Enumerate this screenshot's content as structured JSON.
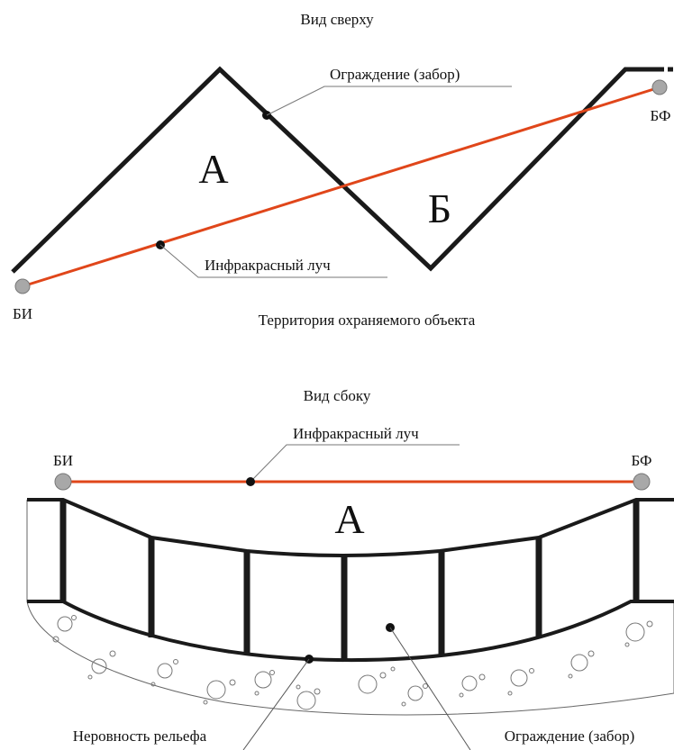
{
  "top_view": {
    "title": "Вид сверху",
    "fence_label": "Ограждение (забор)",
    "beam_label": "Инфракрасный луч",
    "territory_label": "Территория охраняемого объекта",
    "emitter_label": "БИ",
    "receiver_label": "БФ",
    "zone_a": "А",
    "zone_b": "Б"
  },
  "side_view": {
    "title": "Вид сбоку",
    "beam_label": "Инфракрасный луч",
    "emitter_label": "БИ",
    "receiver_label": "БФ",
    "zone_a": "А",
    "terrain_label": "Неровность рельефа",
    "fence_label": "Ограждение (забор)"
  },
  "colors": {
    "beam": "#e0461a",
    "fence": "#1a1a1a",
    "device": "#a8a8a8",
    "leader": "#777777"
  }
}
